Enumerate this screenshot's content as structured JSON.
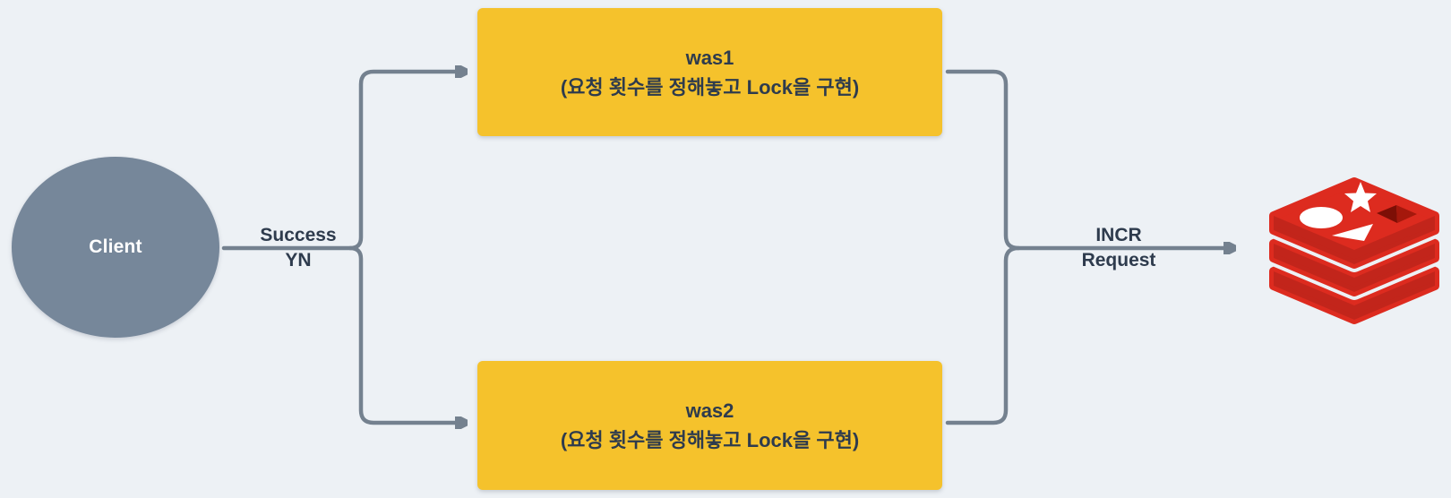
{
  "colors": {
    "background": "#EDF1F5",
    "connector": "#74818F",
    "node_fill_yellow": "#F5C22C",
    "node_text": "#2E3B4D",
    "client_fill": "#76879A",
    "client_text": "#FFFFFF",
    "redis_red": "#DD2B1F",
    "redis_dark_red": "#8C1309",
    "redis_shape_white": "#FFFFFF"
  },
  "nodes": {
    "client": {
      "label": "Client"
    },
    "was1": {
      "title": "was1",
      "subtitle": "(요청 횟수를 정해놓고 Lock을 구현)"
    },
    "was2": {
      "title": "was2",
      "subtitle": "(요청 횟수를 정해놓고 Lock을 구현)"
    }
  },
  "edges": {
    "client_to_was": {
      "line1": "Success",
      "line2": "YN"
    },
    "was_to_redis": {
      "line1": "INCR",
      "line2": "Request"
    }
  },
  "icons": {
    "redis": "redis-database-icon"
  }
}
